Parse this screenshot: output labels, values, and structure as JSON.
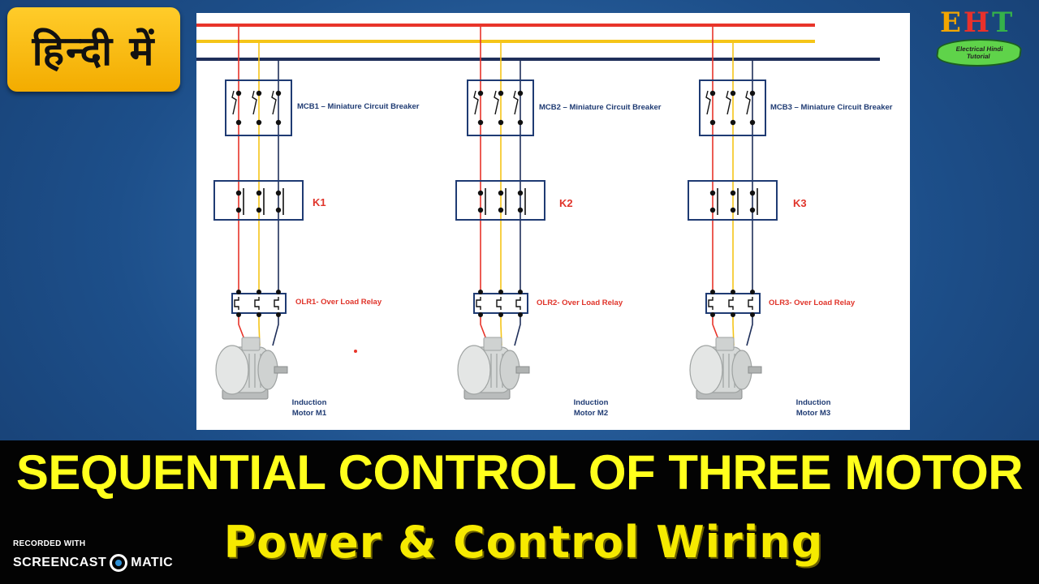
{
  "badge": {
    "text": "हिन्दी में"
  },
  "logo": {
    "letters": [
      "E",
      "H",
      "T"
    ],
    "tagline_1": "Electrical Hindi",
    "tagline_2": "Tutorial"
  },
  "diagram": {
    "colors": {
      "phase_r": "#e8342a",
      "phase_y": "#f5c518",
      "phase_b": "#1f2f5a",
      "neutral": "#1f3b73",
      "device_box": "#1f3b73"
    },
    "sections": [
      {
        "mcb_label": "MCB1 – Miniature Circuit Breaker",
        "contactor_label": "K1",
        "olr_label": "OLR1- Over Load Relay",
        "motor_line1": "Induction",
        "motor_line2": "Motor M1"
      },
      {
        "mcb_label": "MCB2 – Miniature Circuit Breaker",
        "contactor_label": "K2",
        "olr_label": "OLR2- Over Load Relay",
        "motor_line1": "Induction",
        "motor_line2": "Motor M2"
      },
      {
        "mcb_label": "MCB3 – Miniature Circuit Breaker",
        "contactor_label": "K3",
        "olr_label": "OLR3- Over Load Relay",
        "motor_line1": "Induction",
        "motor_line2": "Motor M3"
      }
    ]
  },
  "title": {
    "main": "SEQUENTIAL CONTROL OF THREE MOTOR",
    "sub": "Power & Control Wiring"
  },
  "watermark": {
    "recorded_with": "RECORDED WITH",
    "brand_left": "SCREENCAST",
    "brand_right": "MATIC"
  }
}
